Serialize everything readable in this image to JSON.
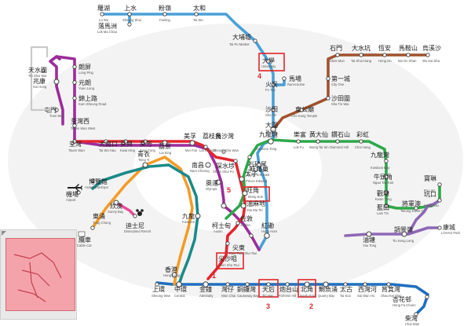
{
  "stations": {
    "lo_wu": {
      "zh": "羅湖",
      "en": "Lo Wu"
    },
    "sheung_shui": {
      "zh": "上水",
      "en": "Sheung Shui"
    },
    "fanling": {
      "zh": "粉嶺",
      "en": "Fanling"
    },
    "tai_wo": {
      "zh": "太和",
      "en": "Tai Wo"
    },
    "lok_ma_chau": {
      "zh": "落馬洲",
      "en": "Lok Ma Chau"
    },
    "tai_po_market": {
      "zh": "大埔墟",
      "en": "Tai Po Market"
    },
    "university": {
      "zh": "大學",
      "en": "University"
    },
    "fo_tan": {
      "zh": "火炭",
      "en": "Fo Tan"
    },
    "racecourse": {
      "zh": "馬場",
      "en": "Racecourse"
    },
    "sha_tin": {
      "zh": "沙田",
      "en": "Sha Tin"
    },
    "tai_wai": {
      "zh": "大圍",
      "en": "Tai Wai"
    },
    "che_kung_temple": {
      "zh": "車公廟",
      "en": "Che Kung Temple"
    },
    "shek_mun": {
      "zh": "石門",
      "en": "Shek Mun"
    },
    "tai_shui_hang": {
      "zh": "大水坑",
      "en": "Tai Shui Hang"
    },
    "heng_on": {
      "zh": "恆安",
      "en": "Heng On"
    },
    "ma_on_shan": {
      "zh": "馬鞍山",
      "en": "Ma On Shan"
    },
    "wu_kai_sha": {
      "zh": "烏溪沙",
      "en": "Wu Kai Sha"
    },
    "city_one": {
      "zh": "第一城",
      "en": "City One"
    },
    "sha_tin_wai": {
      "zh": "沙田圍",
      "en": "Sha Tin Wai"
    },
    "tuen_mun": {
      "zh": "屯門",
      "en": "Tuen Mun"
    },
    "siu_hong": {
      "zh": "兆康",
      "en": "Siu Hong"
    },
    "tin_shui_wai": {
      "zh": "天水圍",
      "en": "Tin Shui Wai"
    },
    "long_ping": {
      "zh": "朗屏",
      "en": "Long Ping"
    },
    "yuen_long": {
      "zh": "元朗",
      "en": "Yuen Long"
    },
    "kam_sheung_road": {
      "zh": "錦上路",
      "en": "Kam Sheung Road"
    },
    "tsuen_wan_west": {
      "zh": "荃灣西",
      "en": "Tsuen Wan West"
    },
    "tsuen_wan": {
      "zh": "荃灣",
      "en": "Tsuen Wan"
    },
    "tai_wo_hau": {
      "zh": "大窩口",
      "en": "Tai Wo Hau"
    },
    "kwai_hing": {
      "zh": "葵興",
      "en": "Kwai Hing"
    },
    "kwai_fong": {
      "zh": "葵芳",
      "en": "Kwai Fong"
    },
    "lai_king": {
      "zh": "荔景",
      "en": "Lai King"
    },
    "mei_foo": {
      "zh": "美孚",
      "en": "Mei Foo"
    },
    "lai_chi_kok": {
      "zh": "荔枝角",
      "en": "Lai Chi Kok"
    },
    "cheung_sha_wan": {
      "zh": "長沙灣",
      "en": "Cheung Sha Wan"
    },
    "sham_shui_po": {
      "zh": "深水埗",
      "en": "Sham Shui Po"
    },
    "nam_cheong": {
      "zh": "南昌",
      "en": "Nam Cheong"
    },
    "olympic": {
      "zh": "奧運",
      "en": "Olympic"
    },
    "kowloon": {
      "zh": "九龍",
      "en": "Kowloon"
    },
    "austin": {
      "zh": "柯士甸",
      "en": "Austin"
    },
    "tsim_sha_tsui": {
      "zh": "尖沙咀",
      "en": "Tsim Sha Tsui"
    },
    "east_tsim_sha_tsui": {
      "zh": "尖東",
      "en": "East Tsim Sha Tsui"
    },
    "hung_hom": {
      "zh": "紅磡",
      "en": "Hung Hom"
    },
    "jordan": {
      "zh": "佐敦",
      "en": "Jordan"
    },
    "yau_ma_tei": {
      "zh": "油麻地",
      "en": "Yau Ma Tei"
    },
    "mong_kok": {
      "zh": "旺角",
      "en": "Mong Kok"
    },
    "prince_edward": {
      "zh": "太子",
      "en": "Prince Edward"
    },
    "shek_kip_mei": {
      "zh": "石硤尾",
      "en": "Shek Kip Mei"
    },
    "mong_kok_east": {
      "zh": "旺角東",
      "en": "Mong Kok East"
    },
    "kowloon_tong": {
      "zh": "九龍塘",
      "en": "Kowloon Tong"
    },
    "lok_fu": {
      "zh": "樂富",
      "en": "Lok Fu"
    },
    "wong_tai_sin": {
      "zh": "黃大仙",
      "en": "Wong Tai Sin"
    },
    "diamond_hill": {
      "zh": "鑽石山",
      "en": "Diamond Hill"
    },
    "choi_hung": {
      "zh": "彩虹",
      "en": "Choi Hung"
    },
    "kowloon_bay": {
      "zh": "九龍灣",
      "en": "Kowloon Bay"
    },
    "ngau_tau_kok": {
      "zh": "牛頭角",
      "en": "Ngau Tau Kok"
    },
    "kwun_tong": {
      "zh": "觀塘",
      "en": "Kwun Tong"
    },
    "lam_tin": {
      "zh": "藍田",
      "en": "Lam Tin"
    },
    "po_lam": {
      "zh": "寶琳",
      "en": "Po Lam"
    },
    "hang_hau": {
      "zh": "坑口",
      "en": "Hang Hau"
    },
    "tseung_kwan_o": {
      "zh": "將軍澳",
      "en": "Tseung Kwan O"
    },
    "lohas_park": {
      "zh": "康城",
      "en": "LOHAS Park"
    },
    "yau_tong": {
      "zh": "油塘",
      "en": "Yau Tong"
    },
    "tiu_keng_leng": {
      "zh": "調景嶺",
      "en": "Tiu Keng Leng"
    },
    "tsing_yi": {
      "zh": "青衣",
      "en": "Tsing Yi"
    },
    "airport": {
      "zh": "機場",
      "en": "Airport"
    },
    "asiaworld_expo": {
      "zh": "博覽館",
      "en": "AsiaWorld-Expo"
    },
    "sunny_bay": {
      "zh": "欣澳",
      "en": "Sunny Bay"
    },
    "disneyland": {
      "zh": "迪士尼",
      "en": "Disneyland Resort"
    },
    "tung_chung": {
      "zh": "東涌",
      "en": "Tung Chung"
    },
    "ngong_ping": {
      "zh": "纜車",
      "en": "Cable Car"
    },
    "hong_kong": {
      "zh": "香港",
      "en": "Hong Kong"
    },
    "sheung_wan": {
      "zh": "上環",
      "en": "Sheung Wan"
    },
    "central": {
      "zh": "中環",
      "en": "Central"
    },
    "admiralty": {
      "zh": "金鐘",
      "en": "Admiralty"
    },
    "wan_chai": {
      "zh": "灣仔",
      "en": "Wan Chai"
    },
    "causeway_bay": {
      "zh": "銅鑼灣",
      "en": "Causeway Bay"
    },
    "tin_hau": {
      "zh": "天后",
      "en": "Tin Hau"
    },
    "fortress_hill": {
      "zh": "炮台山",
      "en": "Fortress Hill"
    },
    "north_point": {
      "zh": "北角",
      "en": "North Point"
    },
    "quarry_bay": {
      "zh": "鰂魚涌",
      "en": "Quarry Bay"
    },
    "tai_koo": {
      "zh": "太古",
      "en": "Tai Koo"
    },
    "sai_wan_ho": {
      "zh": "西灣河",
      "en": "Sai Wan Ho"
    },
    "shau_kei_wan": {
      "zh": "筲箕灣",
      "en": "Shau Kei Wan"
    },
    "heng_fa_chuen": {
      "zh": "杏花邨",
      "en": "Heng Fa Chuen"
    },
    "chai_wan": {
      "zh": "柴灣",
      "en": "Chai Wan"
    }
  },
  "markers": {
    "one": "1",
    "two": "2",
    "three": "3",
    "four": "4",
    "five": "5"
  },
  "colors": {
    "east_rail": "#4aa0d8",
    "ma_on_shan": "#a0522d",
    "west_rail": "#9b2d9b",
    "tsuen_wan": "#e3262f",
    "kwun_tong": "#2ea84a",
    "tseung_kwan_o": "#8e67b5",
    "island": "#1f6fc0",
    "tung_chung": "#f39c28",
    "airport_express": "#1a8a8a",
    "disney": "#e84c99"
  }
}
